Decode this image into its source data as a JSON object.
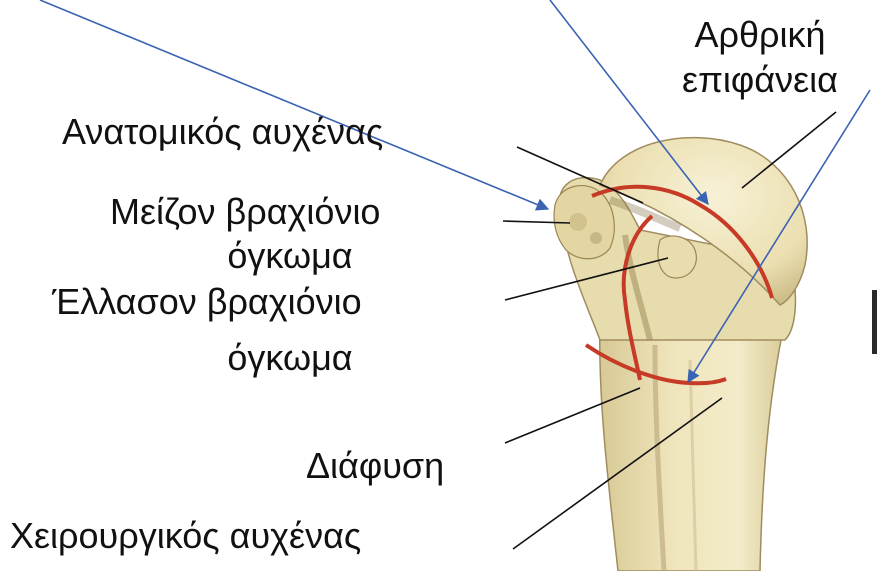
{
  "labels": {
    "articular_surface_line1": "Αρθρική",
    "articular_surface_line2": "επιφάνεια",
    "anatomical_neck": "Ανατομικός αυχένας",
    "greater_tubercle_line1": "Μείζον βραχιόνιο",
    "greater_tubercle_line2": "όγκωμα",
    "lesser_tubercle_line1": "Έλλασον  βραχιόνιο",
    "lesser_tubercle_line2": "όγκωμα",
    "diaphysis": "Διάφυση",
    "surgical_neck": "Χειρουργικός αυχένας"
  },
  "colors": {
    "bone_fill": "#ece1b4",
    "bone_shadow": "#a08c5e",
    "red_boundary": "#c63a26",
    "blue_arrow": "#3b63b3",
    "leader_line": "#111111"
  },
  "icons": {
    "arrow": "blue-pointer-arrow"
  }
}
